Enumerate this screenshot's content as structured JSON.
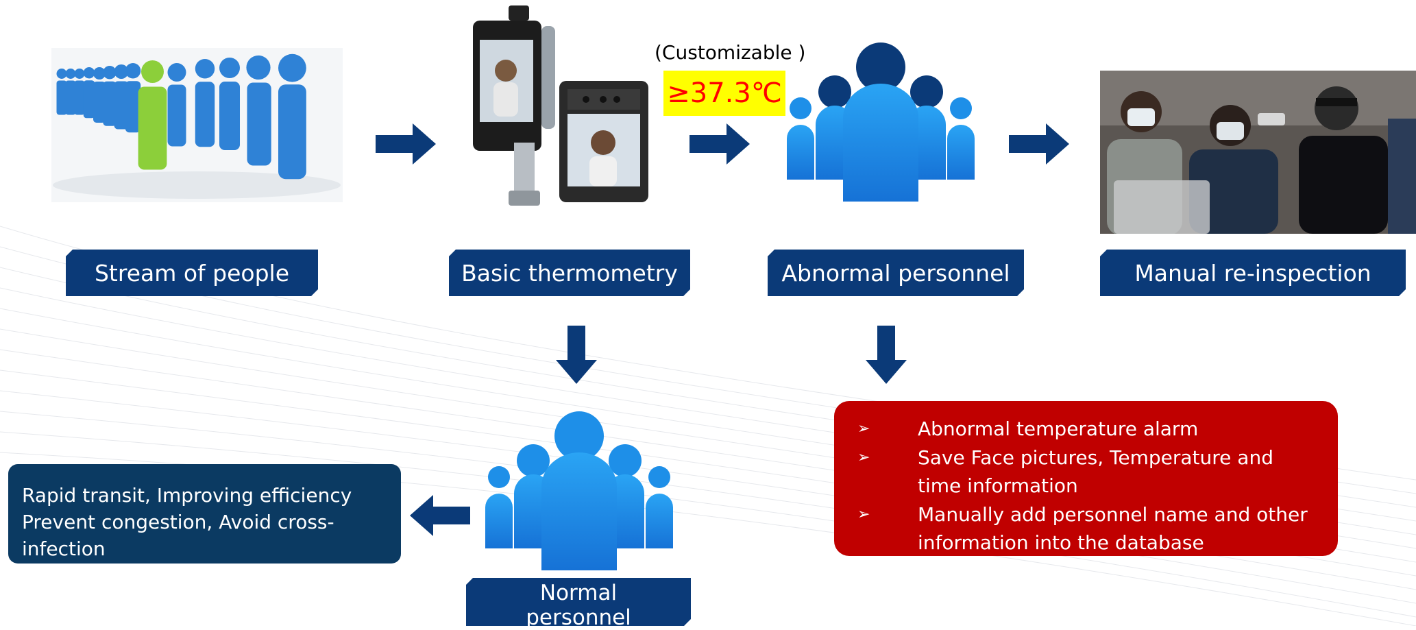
{
  "stages": {
    "stream": {
      "label": "Stream of people"
    },
    "thermometry": {
      "label": "Basic thermometry"
    },
    "abnormal": {
      "label": "Abnormal personnel"
    },
    "manual": {
      "label": "Manual re-inspection"
    },
    "normal": {
      "label": "Normal personnel"
    }
  },
  "threshold": {
    "note": "(Customizable )",
    "value": "≥37.3℃"
  },
  "benefits": {
    "line1": "Rapid transit, Improving efficiency",
    "line2": "Prevent congestion, Avoid cross-infection"
  },
  "alarm": {
    "bullet": "➢",
    "items": [
      "Abnormal temperature alarm",
      "Save Face pictures, Temperature and time information",
      "Manually add personnel name and other information into the database"
    ]
  },
  "colors": {
    "navy": "#0b3a78",
    "alarm_red": "#c00000",
    "threshold_bg": "#ffff00",
    "threshold_text": "#ff0000",
    "people_blue": "#1e8fe8"
  }
}
